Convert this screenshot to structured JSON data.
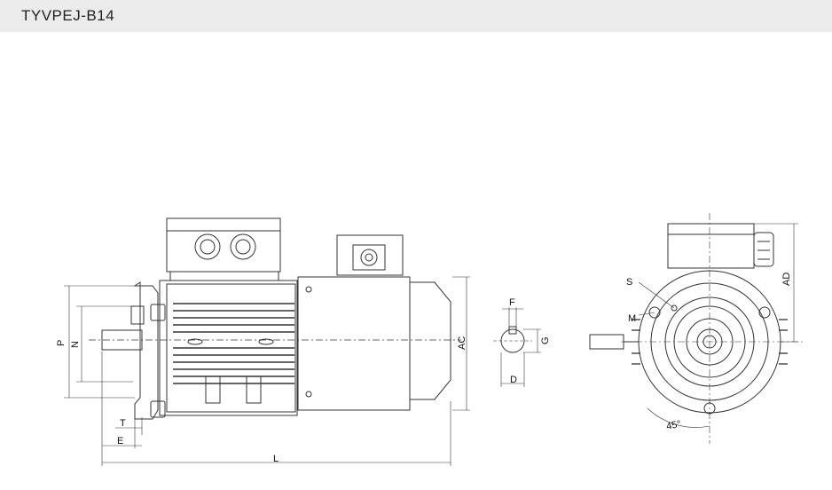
{
  "header": {
    "title": "TYVPEJ-B14"
  },
  "colors": {
    "line": "#333333",
    "header_bg": "#ebebeb"
  },
  "dimensions": {
    "L": "L",
    "E": "E",
    "T": "T",
    "P": "P",
    "N": "N",
    "AC": "AC",
    "F": "F",
    "G": "G",
    "D": "D",
    "S": "S",
    "M": "M",
    "AD": "AD",
    "angle": "45°"
  }
}
